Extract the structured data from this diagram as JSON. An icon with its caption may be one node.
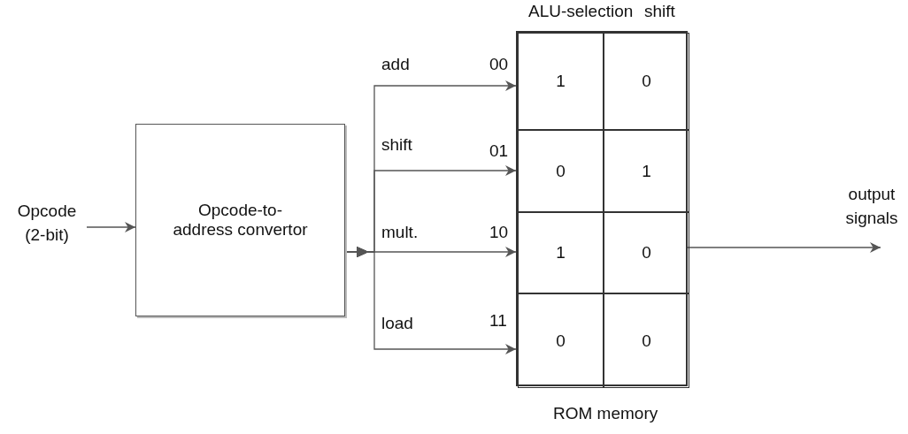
{
  "diagram": {
    "nodes": [
      {
        "text": [
          "Opcode (2-bit)"
        ]
      },
      {
        "text": [
          "Opcode-to-address convertor"
        ]
      },
      {
        "text": [],
        "shape": "box",
        "beside": [
          "ROM memory"
        ]
      },
      {
        "text": [
          "1"
        ],
        "in": 2
      },
      {
        "text": [
          "0"
        ],
        "in": 2
      },
      {
        "text": [
          "0"
        ],
        "in": 2
      },
      {
        "text": [
          "1"
        ],
        "in": 2
      },
      {
        "text": [
          "1"
        ],
        "in": 2
      },
      {
        "text": [
          "0"
        ],
        "in": 2
      },
      {
        "text": [
          "0"
        ],
        "in": 2
      },
      {
        "text": [
          "0"
        ],
        "in": 2
      }
    ],
    "edges": [
      {
        "from": 0,
        "to": 1,
        "arrow": "to"
      },
      {
        "from": 1,
        "to": 3,
        "arrow": "to",
        "label": "add"
      },
      {
        "from": 1,
        "to": 5,
        "arrow": "to",
        "label": "shift"
      },
      {
        "from": 1,
        "to": 7,
        "arrow": "to",
        "label": "mult."
      },
      {
        "from": 1,
        "to": 9,
        "arrow": "to",
        "label": "load"
      },
      {
        "from": 2,
        "to": null,
        "arrow": "to"
      }
    ],
    "labels": [
      "ALU-selection",
      "shift",
      "00",
      "01",
      "10",
      "11",
      "output signals"
    ]
  }
}
